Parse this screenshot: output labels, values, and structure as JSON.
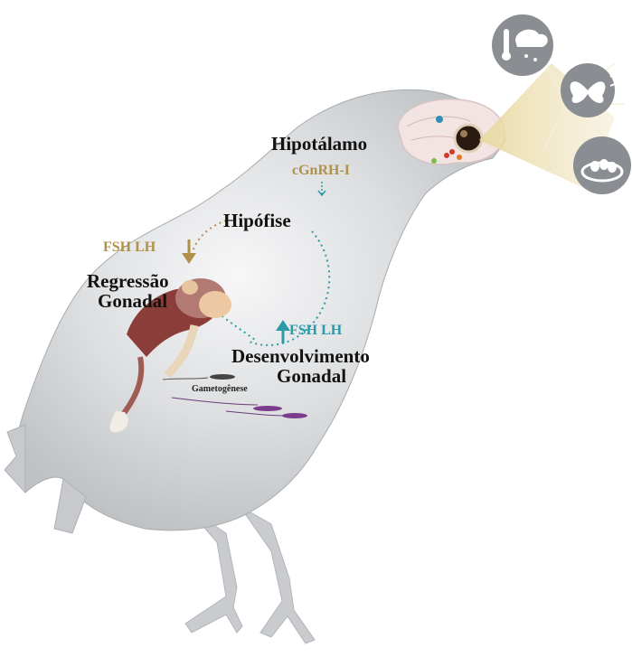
{
  "labels": {
    "hypothalamus": "Hipotálamo",
    "gnrh": "cGnRH-I",
    "pituitary": "Hipófise",
    "fsh_lh_down": "FSH  LH",
    "regression_line1": "Regressão",
    "regression_line2": "Gonadal",
    "fsh_lh_up": "FSH  LH",
    "development_line1": "Desenvolvimento",
    "development_line2": "Gonadal",
    "gametogenesis": "Gametogênese"
  },
  "icons": [
    "weather-icon",
    "butterfly-plant-icon",
    "nest-eggs-icon"
  ],
  "colors": {
    "gold": "#b0914a",
    "teal": "#2d9aa8",
    "bird_body": "#d6d8db",
    "icon_circle": "#8a8d91"
  }
}
